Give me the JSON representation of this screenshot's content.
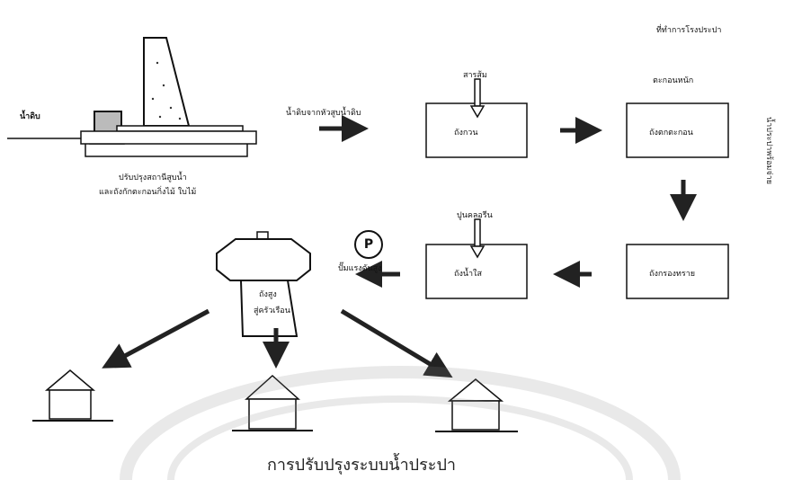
{
  "top_right_label": "ที่ทำการโรงประปา",
  "side_label": "น้ำประปาพร้อมจ่าย",
  "intake": {
    "source_label": "น้ำดิบ",
    "structure_label_line1": "ปรับปรุงสถานีสูบน้ำ",
    "structure_label_line2": "และถังกักตะกอนกิ่งไม้ ใบไม้"
  },
  "flow_labels": {
    "raw_to_mix": "น้ำดิบจากหัวสูบน้ำดิบ",
    "chemical_1": "สารส้ม",
    "mix_tank": "ถังกวน",
    "sediment_header": "ตะกอนหนัก",
    "sediment_tank": "ถังตกตะกอน",
    "filter_tank": "ถังกรองทราย",
    "chemical_2": "ปูนคลอรีน",
    "clear_tank": "ถังน้ำใส",
    "pump_label": "ปั๊มแรงดันสูง",
    "pump_symbol": "P",
    "tower_tank": "ถังสูง",
    "tower_label": "สู่ครัวเรือน"
  },
  "caption": "การปรับปรุงระบบน้ำประปา"
}
